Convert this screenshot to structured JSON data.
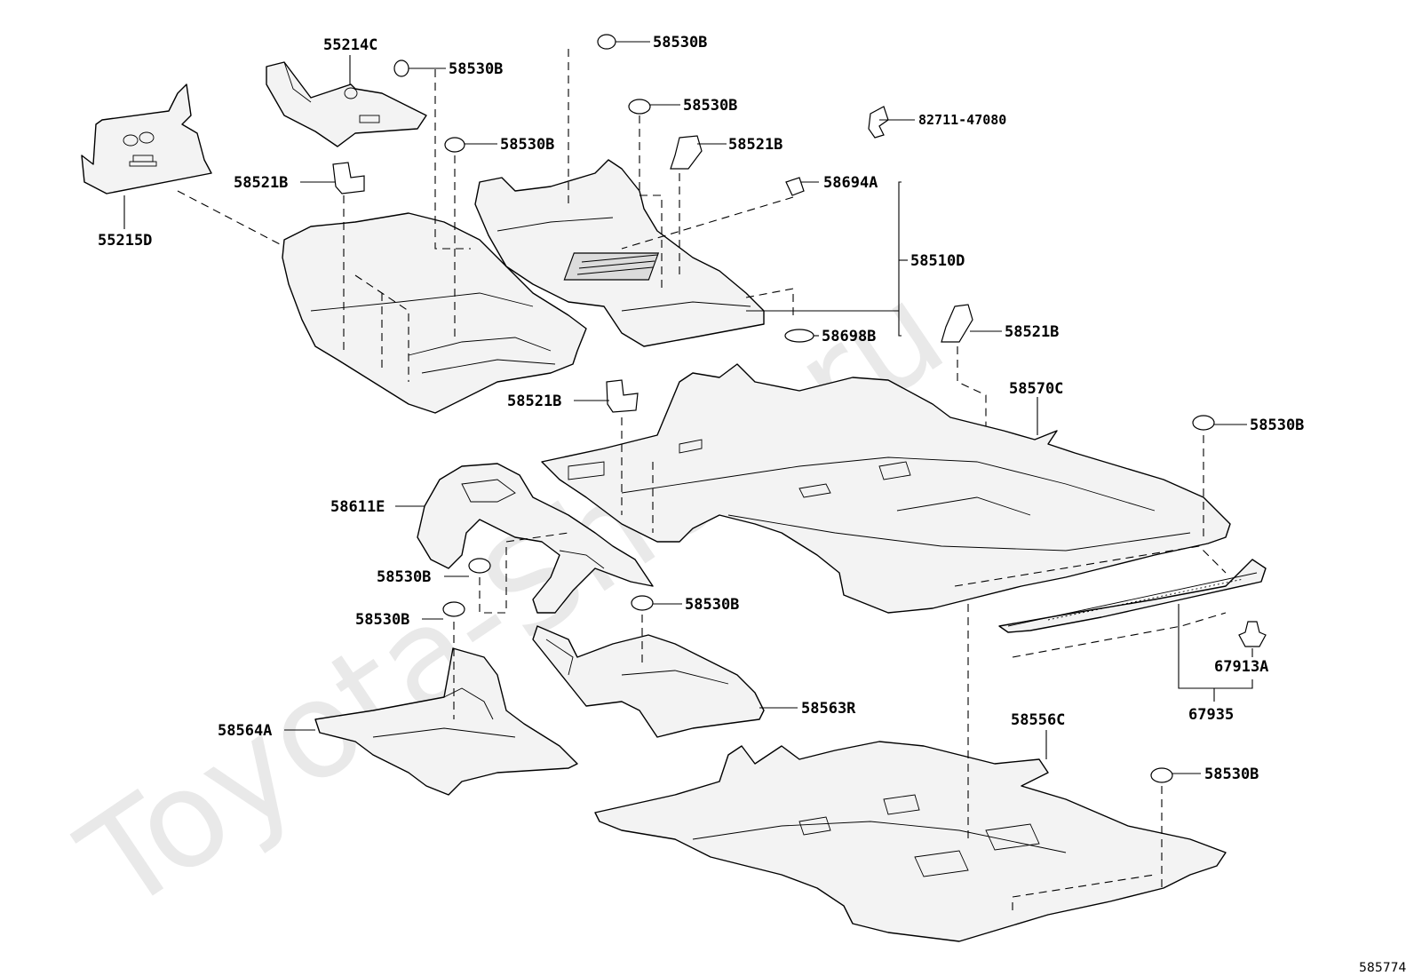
{
  "watermark": "Toyota-Shop.ru",
  "diagram_ref": "585774",
  "callouts": [
    {
      "id": "55214C",
      "text": "55214C"
    },
    {
      "id": "58530B_a",
      "text": "58530B"
    },
    {
      "id": "58530B_b",
      "text": "58530B"
    },
    {
      "id": "58530B_c",
      "text": "58530B"
    },
    {
      "id": "58530B_d",
      "text": "58530B"
    },
    {
      "id": "82711-47080",
      "text": "82711-47080"
    },
    {
      "id": "58521B_a",
      "text": "58521B"
    },
    {
      "id": "58521B_b",
      "text": "58521B"
    },
    {
      "id": "55215D",
      "text": "55215D"
    },
    {
      "id": "58694A",
      "text": "58694A"
    },
    {
      "id": "58510D",
      "text": "58510D"
    },
    {
      "id": "58698B",
      "text": "58698B"
    },
    {
      "id": "58521B_c",
      "text": "58521B"
    },
    {
      "id": "58570C",
      "text": "58570C"
    },
    {
      "id": "58521B_d",
      "text": "58521B"
    },
    {
      "id": "58530B_e",
      "text": "58530B"
    },
    {
      "id": "58611E",
      "text": "58611E"
    },
    {
      "id": "58530B_f",
      "text": "58530B"
    },
    {
      "id": "58530B_g",
      "text": "58530B"
    },
    {
      "id": "58530B_h",
      "text": "58530B"
    },
    {
      "id": "67913A",
      "text": "67913A"
    },
    {
      "id": "58563R",
      "text": "58563R"
    },
    {
      "id": "67935",
      "text": "67935"
    },
    {
      "id": "58564A",
      "text": "58564A"
    },
    {
      "id": "58556C",
      "text": "58556C"
    },
    {
      "id": "58530B_i",
      "text": "58530B"
    }
  ]
}
